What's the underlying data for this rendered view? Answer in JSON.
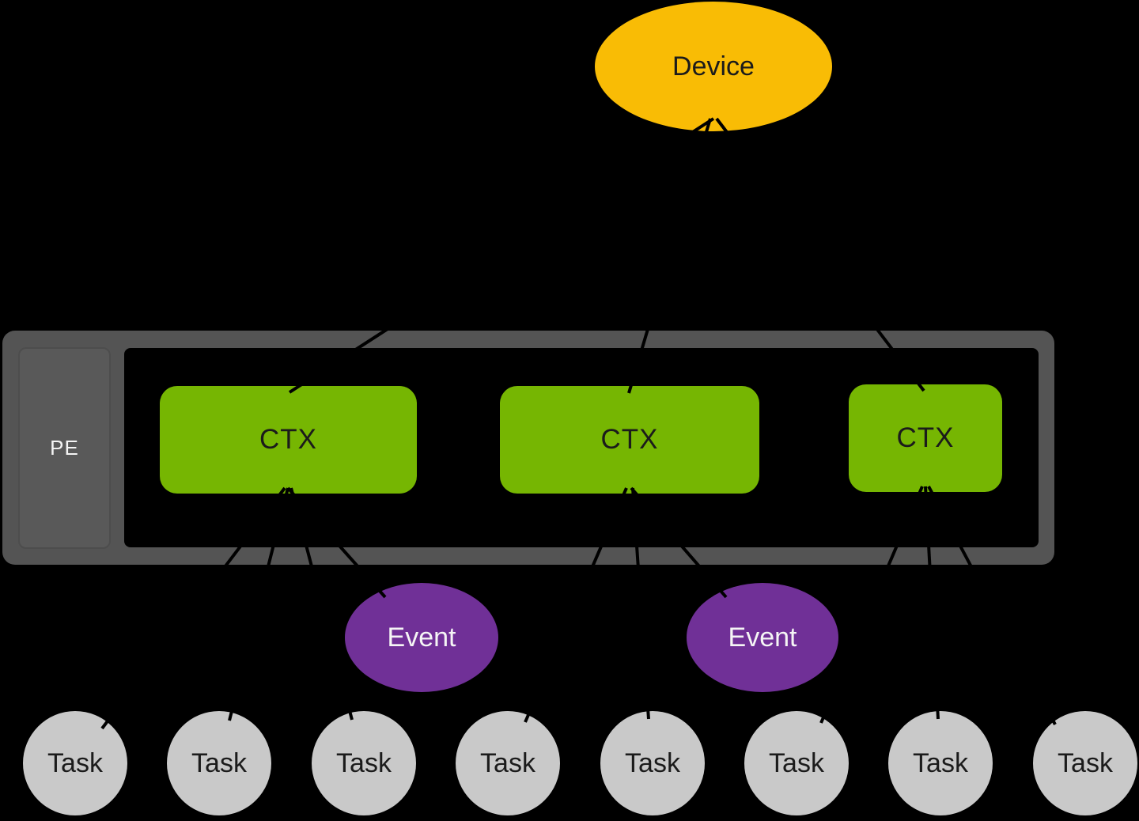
{
  "nodes": {
    "device": {
      "label": "Device"
    },
    "pe": {
      "label": "PE"
    },
    "contexts": [
      {
        "label": "CTX"
      },
      {
        "label": "CTX"
      },
      {
        "label": "CTX"
      }
    ],
    "events": [
      {
        "label": "Event"
      },
      {
        "label": "Event"
      }
    ],
    "tasks": [
      {
        "label": "Task"
      },
      {
        "label": "Task"
      },
      {
        "label": "Task"
      },
      {
        "label": "Task"
      },
      {
        "label": "Task"
      },
      {
        "label": "Task"
      },
      {
        "label": "Task"
      },
      {
        "label": "Task"
      }
    ]
  },
  "colors": {
    "background": "#000000",
    "device_fill": "#f9bc05",
    "frame_fill": "#545454",
    "pe_fill": "#595959",
    "ctx_fill": "#76b602",
    "event_fill": "#703097",
    "task_fill": "#c9c9c9",
    "edge_color": "#000000",
    "label_dark": "#1b1b1b",
    "label_light": "#f5f5f5"
  }
}
